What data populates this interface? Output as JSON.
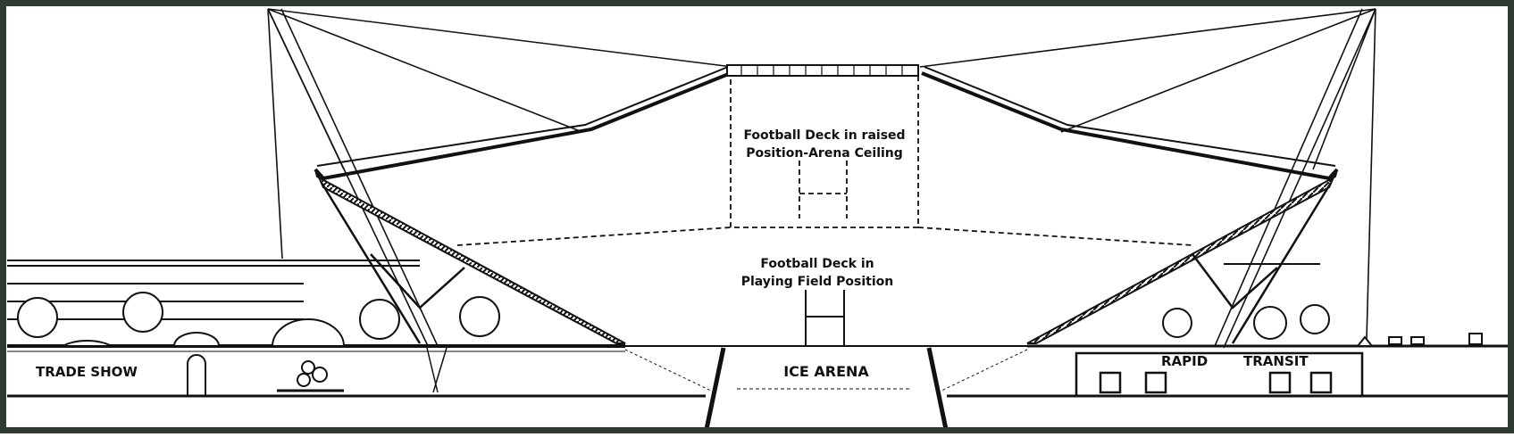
{
  "labels": {
    "raised_deck": [
      "Football Deck in raised",
      "Position-Arena Ceiling"
    ],
    "playing_deck": [
      "Football Deck in",
      "Playing Field Position"
    ],
    "trade_show": "TRADE SHOW",
    "ice_arena": "ICE ARENA",
    "rapid": "RAPID",
    "transit": "TRANSIT"
  },
  "colors": {
    "ink": "#111111",
    "frame": "#2f3a32",
    "paper": "#ffffff"
  }
}
